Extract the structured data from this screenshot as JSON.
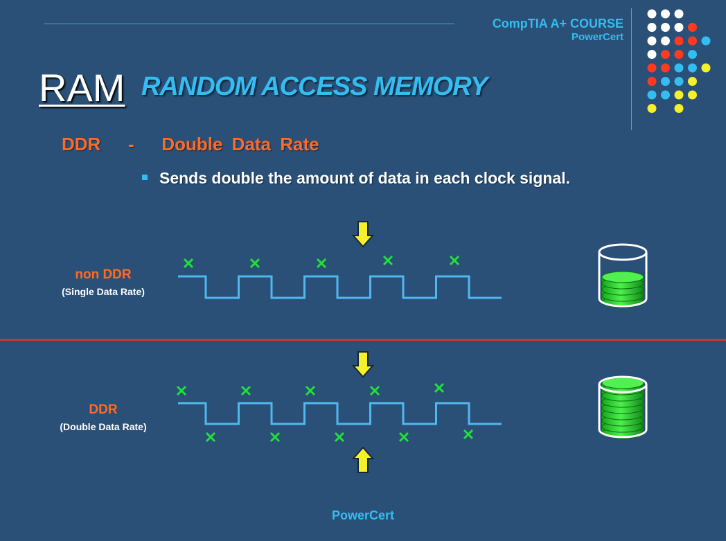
{
  "header": {
    "course_title": "CompTIA A+ COURSE",
    "brand": "PowerCert"
  },
  "title": {
    "abbr": "RAM",
    "full": "RANDOM ACCESS MEMORY"
  },
  "subtitle": "DDR   -   Double Data Rate",
  "bullet": "Sends double the amount of data in each clock signal.",
  "non_ddr": {
    "label": "non DDR",
    "sublabel": "(Single Data Rate)",
    "transfers_per_cycle": 1,
    "cycles_shown": 5
  },
  "ddr": {
    "label": "DDR",
    "sublabel": "(Double Data Rate)",
    "transfers_per_cycle": 2,
    "cycles_shown": 5
  },
  "footer": "PowerCert",
  "colors": {
    "background": "#2b5077",
    "accent_blue": "#33bdf0",
    "accent_orange": "#ff6a24",
    "signal": "#4fb8f0",
    "data_marker": "#22e03a",
    "arrow": "#f4f02a",
    "divider": "#c8372d",
    "dots": [
      "#ffffff",
      "#ff3a1f",
      "#33bdf0",
      "#f4f02a"
    ]
  },
  "icons": {
    "arrow": "down-arrow-icon",
    "data_marker": "x-mark-icon",
    "storage": "database-cylinder-icon"
  }
}
